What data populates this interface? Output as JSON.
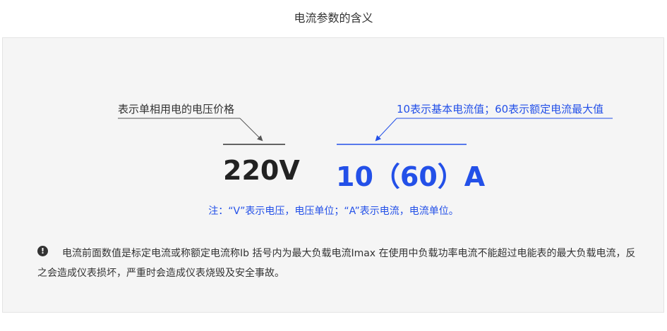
{
  "page_title": "电流参数的含义",
  "diagram": {
    "label_voltage": "表示单相用电的电压价格",
    "label_current": "10表示基本电流值；60表示额定电流最大值",
    "value_voltage": "220V",
    "value_current": "10（60）A",
    "note": "注：“V”表示电压，电压单位；“A”表示电流，电流单位。"
  },
  "warning": {
    "icon": "exclamation-circle-icon",
    "text": "电流前面数值是标定电流或称额定电流称Ib 括号内为最大负载电流Imax  在使用中负载功率电流不能超过电能表的最大负载电流，反之会造成仪表损坏，严重时会造成仪表烧毁及安全事故。"
  },
  "colors": {
    "accent_blue": "#2350e8",
    "text_dark": "#333333",
    "panel_bg": "#f5f5f5"
  }
}
